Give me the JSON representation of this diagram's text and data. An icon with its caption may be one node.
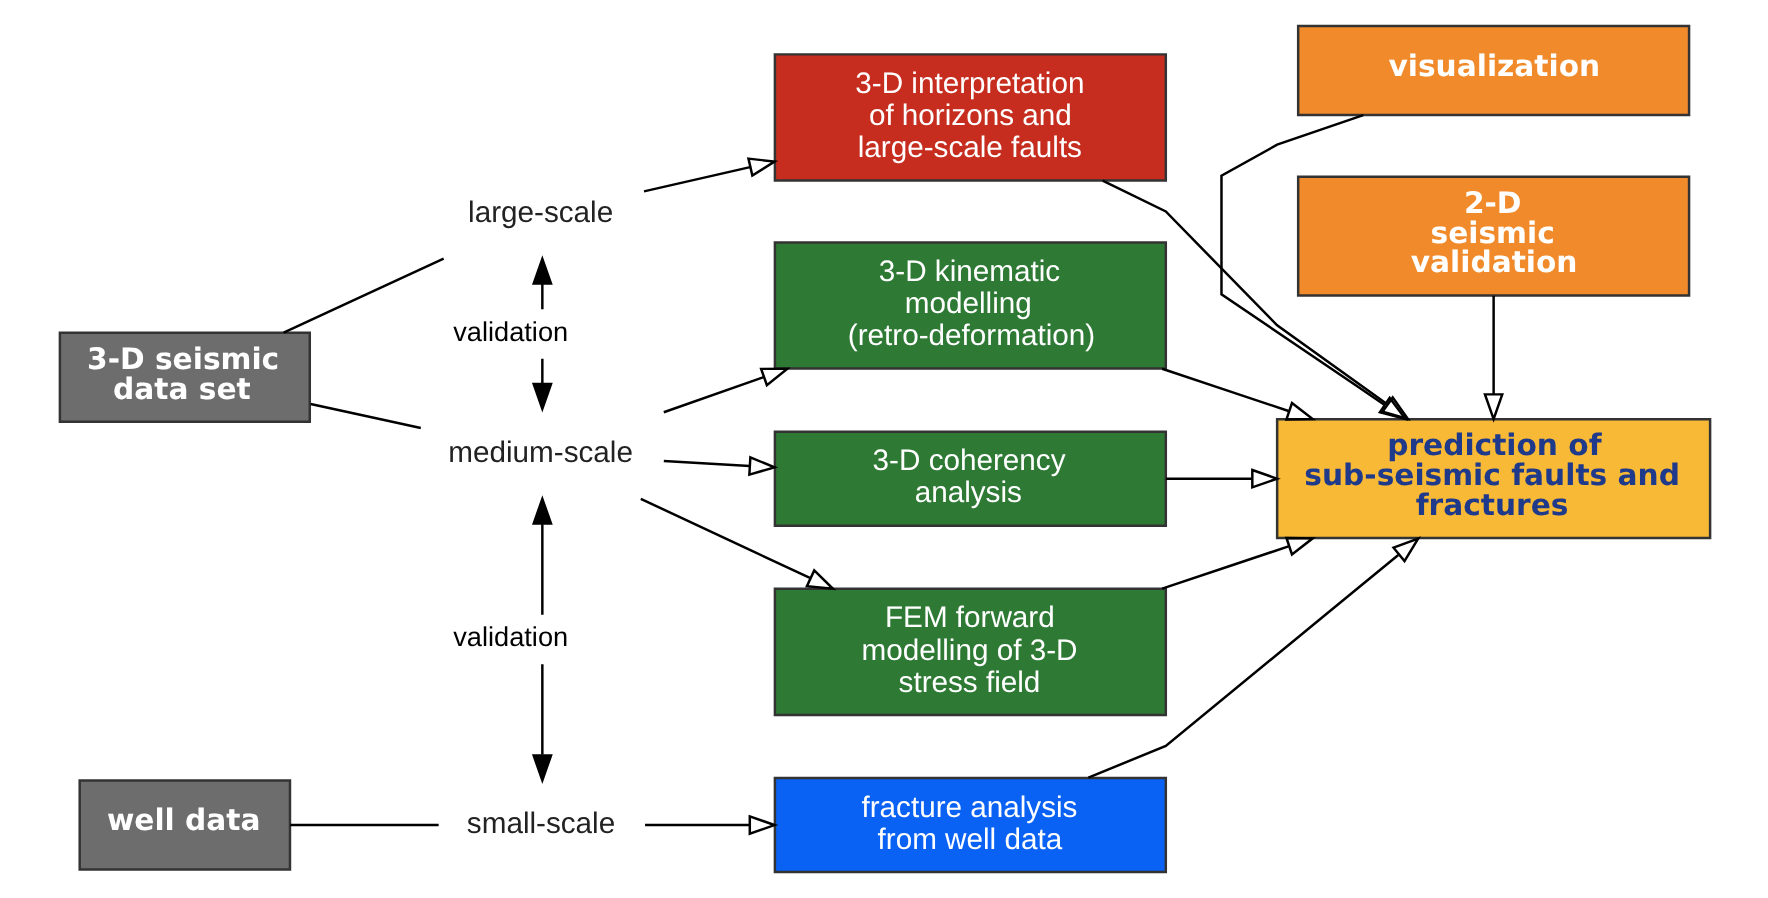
{
  "diagram": {
    "nodes": [
      {
        "text": [
          "3-D seismic data set"
        ]
      },
      {
        "text": [
          "well data"
        ]
      },
      {
        "text": [
          "large-scale"
        ]
      },
      {
        "text": [
          "medium-scale"
        ]
      },
      {
        "text": [
          "small-scale"
        ]
      },
      {
        "text": [
          "3-D interpretation of horizons and large-scale faults"
        ]
      },
      {
        "text": [
          "3-D kinematic modelling (retro-deformation)"
        ]
      },
      {
        "text": [
          "3-D coherency analysis"
        ]
      },
      {
        "text": [
          "FEM forward modelling of 3-D stress field"
        ]
      },
      {
        "text": [
          "fracture analysis from well data"
        ]
      },
      {
        "text": [
          "visualization"
        ]
      },
      {
        "text": [
          "prediction of sub-seismic faults and fractures"
        ]
      },
      {
        "text": [
          "2-D seismic validation"
        ]
      }
    ],
    "edges": [
      {
        "from": 0,
        "to": 2,
        "arrow": "none"
      },
      {
        "from": 0,
        "to": 3,
        "arrow": "none"
      },
      {
        "from": 1,
        "to": 4,
        "arrow": "none"
      },
      {
        "from": 2,
        "to": 3,
        "arrow": "both",
        "label": "validation"
      },
      {
        "from": 3,
        "to": 4,
        "arrow": "both",
        "label": "validation"
      },
      {
        "from": 2,
        "to": 5,
        "arrow": "to"
      },
      {
        "from": 3,
        "to": 6,
        "arrow": "to"
      },
      {
        "from": 3,
        "to": 7,
        "arrow": "to"
      },
      {
        "from": 3,
        "to": 8,
        "arrow": "to"
      },
      {
        "from": 4,
        "to": 9,
        "arrow": "to"
      },
      {
        "from": 5,
        "to": 11,
        "arrow": "to"
      },
      {
        "from": 6,
        "to": 11,
        "arrow": "to"
      },
      {
        "from": 7,
        "to": 11,
        "arrow": "to"
      },
      {
        "from": 8,
        "to": 11,
        "arrow": "to"
      },
      {
        "from": 9,
        "to": 11,
        "arrow": "to"
      },
      {
        "from": 10,
        "to": 11,
        "arrow": "to"
      },
      {
        "from": 12,
        "to": 11,
        "arrow": "to"
      }
    ]
  }
}
